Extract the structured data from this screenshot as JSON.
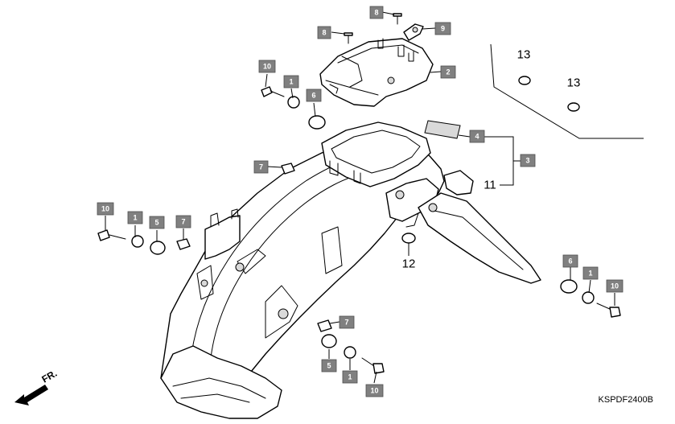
{
  "diagram": {
    "drawing_code": "KSPDF2400B",
    "direction_label": "FR.",
    "callouts": [
      {
        "id": "c-8a",
        "label": "8"
      },
      {
        "id": "c-9",
        "label": "9"
      },
      {
        "id": "c-8b",
        "label": "8"
      },
      {
        "id": "c-2",
        "label": "2"
      },
      {
        "id": "c-10a",
        "label": "10"
      },
      {
        "id": "c-1a",
        "label": "1"
      },
      {
        "id": "c-6a",
        "label": "6"
      },
      {
        "id": "c-4",
        "label": "4"
      },
      {
        "id": "c-3",
        "label": "3"
      },
      {
        "id": "c-7a",
        "label": "7"
      },
      {
        "id": "c-10b",
        "label": "10"
      },
      {
        "id": "c-1b",
        "label": "1"
      },
      {
        "id": "c-5a",
        "label": "5"
      },
      {
        "id": "c-7b",
        "label": "7"
      },
      {
        "id": "c-6b",
        "label": "6"
      },
      {
        "id": "c-1c",
        "label": "1"
      },
      {
        "id": "c-10c",
        "label": "10"
      },
      {
        "id": "c-7c",
        "label": "7"
      },
      {
        "id": "c-5b",
        "label": "5"
      },
      {
        "id": "c-1d",
        "label": "1"
      },
      {
        "id": "c-10d",
        "label": "10"
      }
    ],
    "plain_labels": [
      {
        "id": "l-13a",
        "label": "13"
      },
      {
        "id": "l-13b",
        "label": "13"
      },
      {
        "id": "l-11",
        "label": "11"
      },
      {
        "id": "l-12",
        "label": "12"
      }
    ]
  }
}
